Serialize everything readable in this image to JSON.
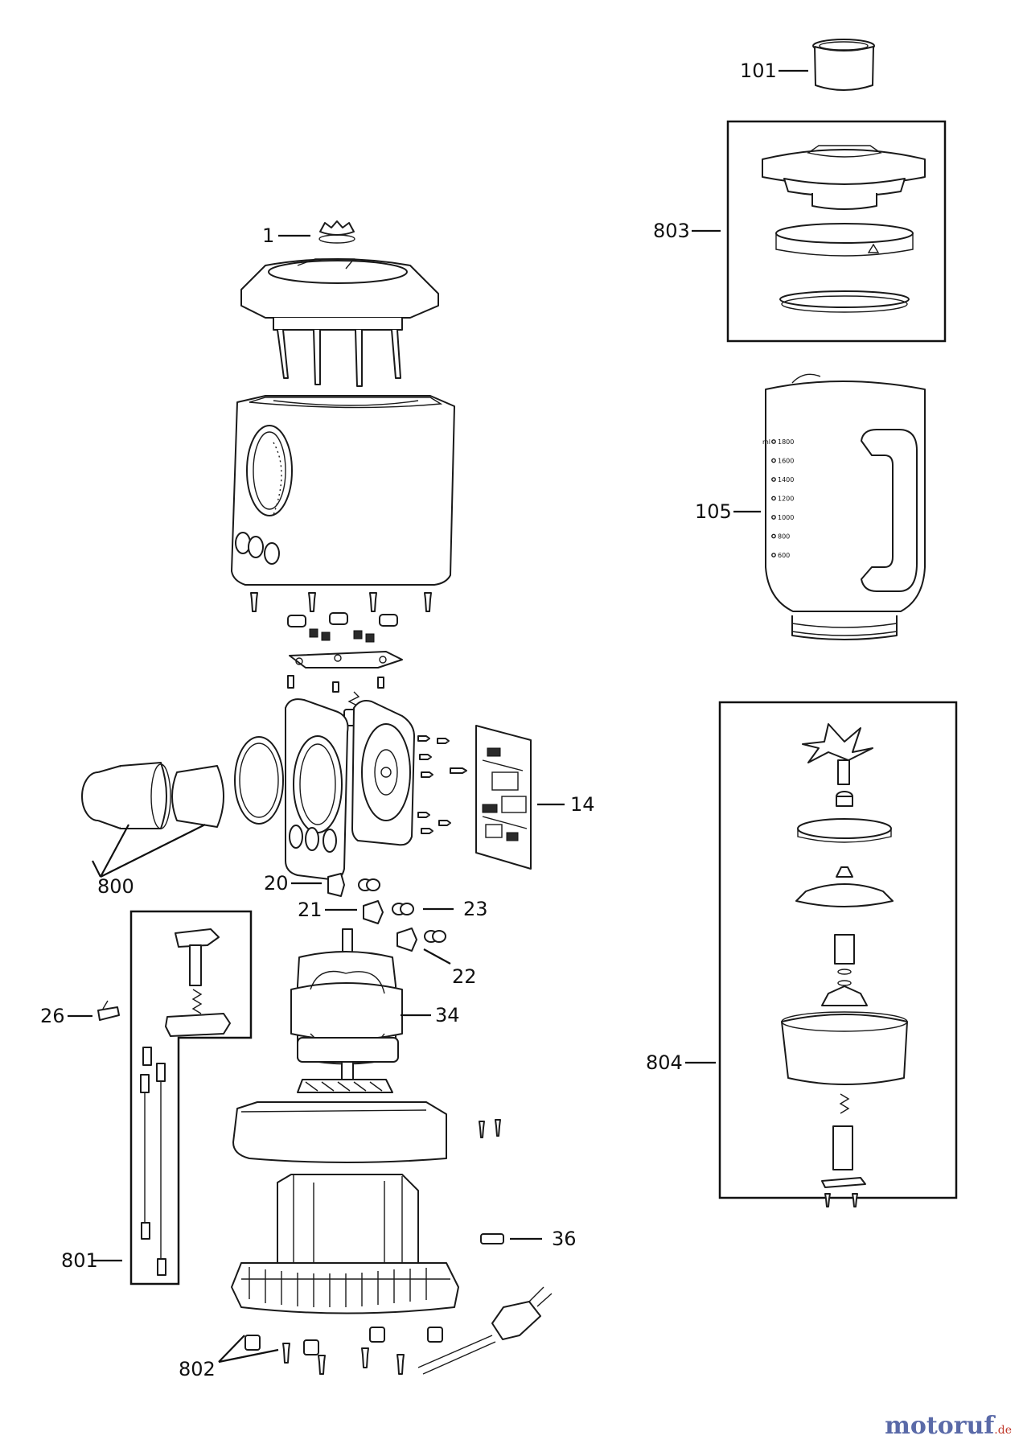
{
  "diagram": {
    "callouts": {
      "c101": "101",
      "c803": "803",
      "c1": "1",
      "c105": "105",
      "c14": "14",
      "c800": "800",
      "c20": "20",
      "c21": "21",
      "c23": "23",
      "c22": "22",
      "c26": "26",
      "c34": "34",
      "c804": "804",
      "c36": "36",
      "c801": "801",
      "c802": "802"
    },
    "jar_scale": [
      "1800",
      "1600",
      "1400",
      "1200",
      "1000",
      "800",
      "600"
    ],
    "jar_unit": "ml"
  },
  "watermark": {
    "name": "motoruf",
    "suffix": ".de"
  }
}
